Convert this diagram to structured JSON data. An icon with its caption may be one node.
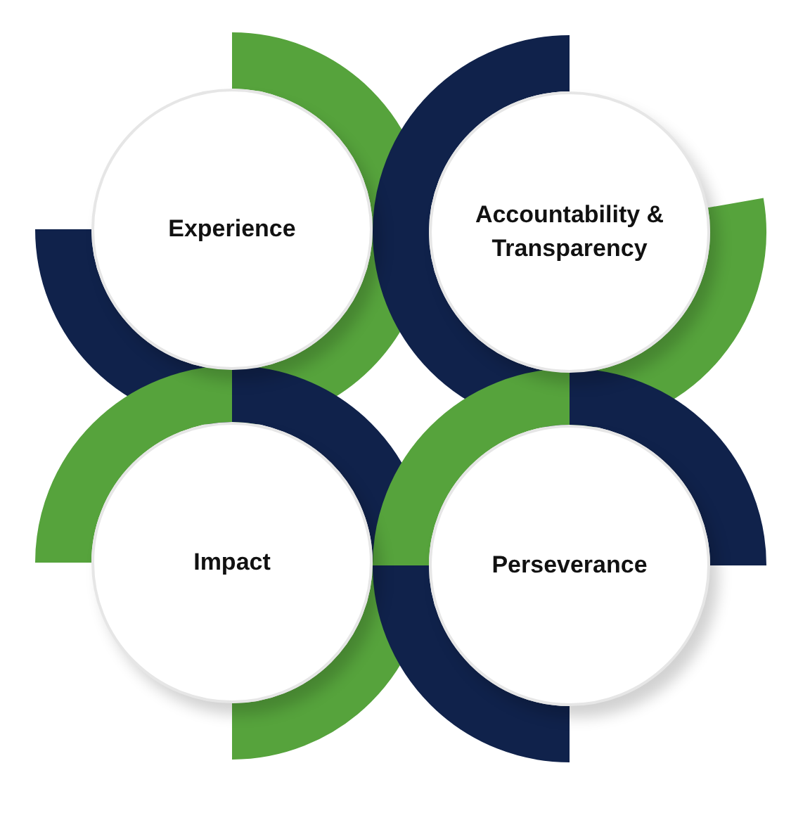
{
  "diagram": {
    "nodes": [
      {
        "text": [
          "Experience"
        ]
      },
      {
        "text": [
          "Accountability & Transparency"
        ]
      },
      {
        "text": [
          "Impact"
        ]
      },
      {
        "text": [
          "Perseverance"
        ]
      }
    ]
  }
}
